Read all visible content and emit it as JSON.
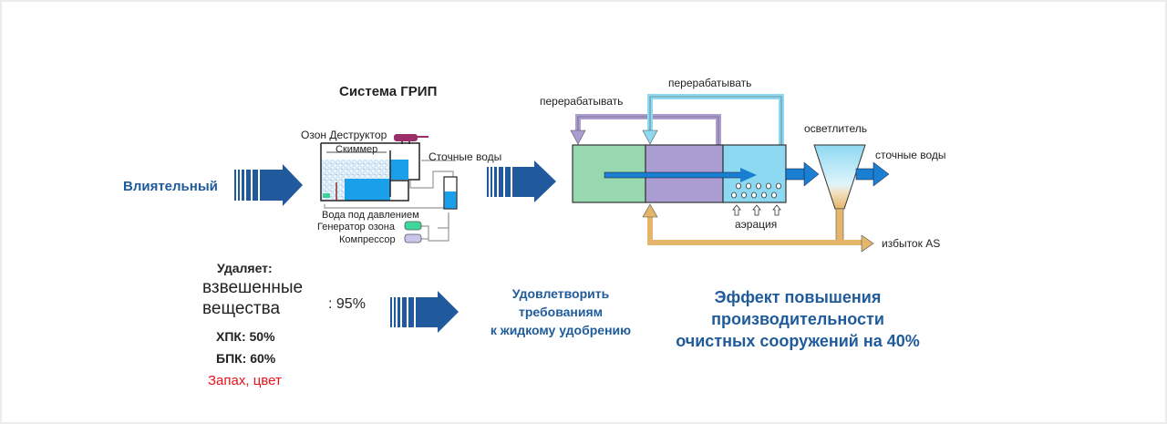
{
  "colors": {
    "arrow_blue": "#205a9c",
    "flow_blue": "#1a7fd0",
    "tank_green": "#98d8b0",
    "tank_purple": "#ab9dd2",
    "tank_cyan": "#8ed9f2",
    "return_tan": "#e5b56a",
    "text_blue": "#1f5b9b",
    "text_red": "#e8121a"
  },
  "left": {
    "influent_label": "Влиятельный"
  },
  "grip": {
    "title": "Система ГРИП",
    "ozone_destructor": "Озон Деструктор",
    "skimmer": "Скиммер",
    "wastewater": "Сточные воды",
    "pressurized_water": "Вода под давлением",
    "ozone_generator": "Генератор озона",
    "compressor": "Компрессор"
  },
  "process": {
    "recycle_left": "перерабатывать",
    "recycle_top": "перерабатывать",
    "clarifier": "осветлитель",
    "effluent": "сточные воды",
    "aeration": "аэрация",
    "excess_as": "избыток AS"
  },
  "removal": {
    "heading": "Удаляет:",
    "ss_line1": "взвешенные",
    "ss_line2": "вещества",
    "ss_value": ": 95%",
    "cod": "ХПК: 50%",
    "bod": "БПК: 60%",
    "odor_color": "Запах, цвет"
  },
  "outcome": {
    "fertilizer_line1": "Удовлетворить",
    "fertilizer_line2": "требованиям",
    "fertilizer_line3": "к жидкому удобрению",
    "efficiency_line1": "Эффект повышения",
    "efficiency_line2": "производительности",
    "efficiency_line3": "очистных сооружений на 40%"
  }
}
